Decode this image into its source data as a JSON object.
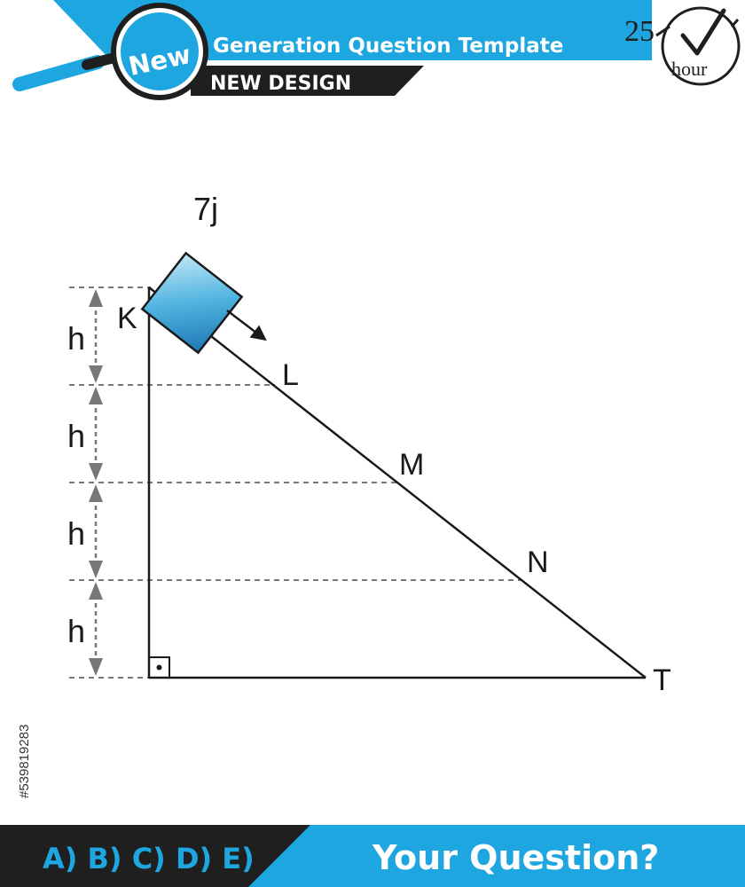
{
  "header": {
    "badge": "New",
    "title": "Generation Question Template",
    "subtitle": "NEW DESIGN",
    "clock_number": "25",
    "clock_unit": "hour"
  },
  "diagram": {
    "block_label": "7j",
    "vertices": {
      "top": "K",
      "bottom_right": "T"
    },
    "slope_points": [
      "L",
      "M",
      "N"
    ],
    "height_label": "h"
  },
  "footer": {
    "options": "A) B) C) D) E)",
    "question": "Your Question?"
  },
  "watermark_id": "#539819283",
  "colors": {
    "header_blue": "#1ea6e0",
    "dark": "#1a1a1a",
    "block_blue": "#2a8fc4",
    "dashed_gray": "#777777"
  }
}
